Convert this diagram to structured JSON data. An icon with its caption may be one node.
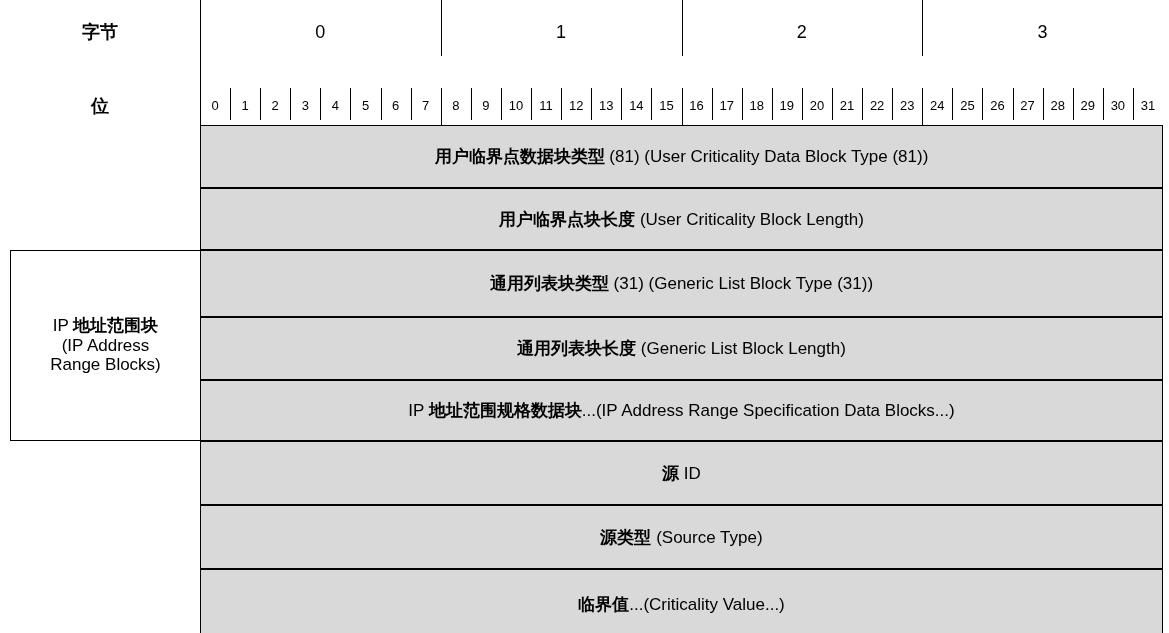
{
  "diagram": {
    "nodes": [
      {
        "text": [
          "**用户临界点数据块类型** (81) (User Criticality Data Block Type (81))"
        ]
      },
      {
        "text": [
          "**用户临界点块长度** (User Criticality Block Length)"
        ]
      },
      {
        "text": [
          "IP **地址范围块** (IP Address Range Blocks)"
        ]
      },
      {
        "text": [
          "**通用列表块类型** (31) (Generic List Block Type (31))"
        ]
      },
      {
        "text": [
          "**通用列表块长度** (Generic List Block Length)"
        ]
      },
      {
        "text": [
          "IP **地址范围规格数据块**...(IP Address Range Specification Data Blocks...)"
        ]
      },
      {
        "text": [
          "**源** ID"
        ]
      },
      {
        "text": [
          "**源类型** (Source Type)"
        ]
      },
      {
        "text": [
          "**临界值**...(Criticality Value...)"
        ]
      }
    ],
    "labels": [
      "字节",
      "0",
      "1",
      "2",
      "3",
      "位",
      "0",
      "1",
      "2",
      "3",
      "4",
      "5",
      "6",
      "7",
      "8",
      "9",
      "10",
      "11",
      "12",
      "13",
      "14",
      "15",
      "16",
      "17",
      "18",
      "19",
      "20",
      "21",
      "22",
      "23",
      "24",
      "25",
      "26",
      "27",
      "28",
      "29",
      "30",
      "31"
    ]
  }
}
